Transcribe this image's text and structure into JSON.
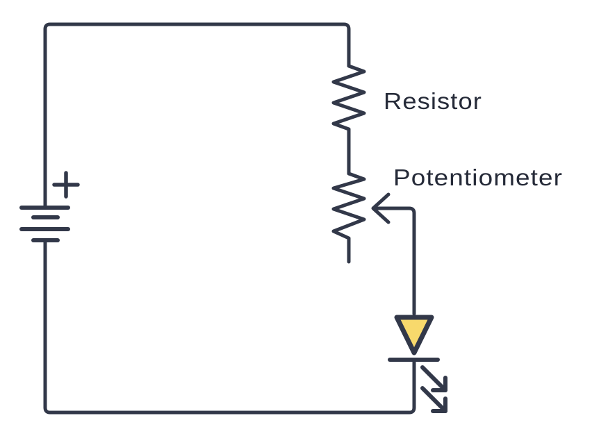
{
  "diagram": {
    "type": "circuit-schematic",
    "labels": {
      "resistor": "Resistor",
      "potentiometer": "Potentiometer"
    },
    "battery": {
      "polarity_symbol": "+"
    },
    "components": [
      "battery",
      "resistor",
      "potentiometer",
      "led"
    ]
  },
  "colors": {
    "wire": "#323849",
    "label_text": "#252a38",
    "led_fill": "#F8D96C",
    "background": "#FFFFFF"
  }
}
